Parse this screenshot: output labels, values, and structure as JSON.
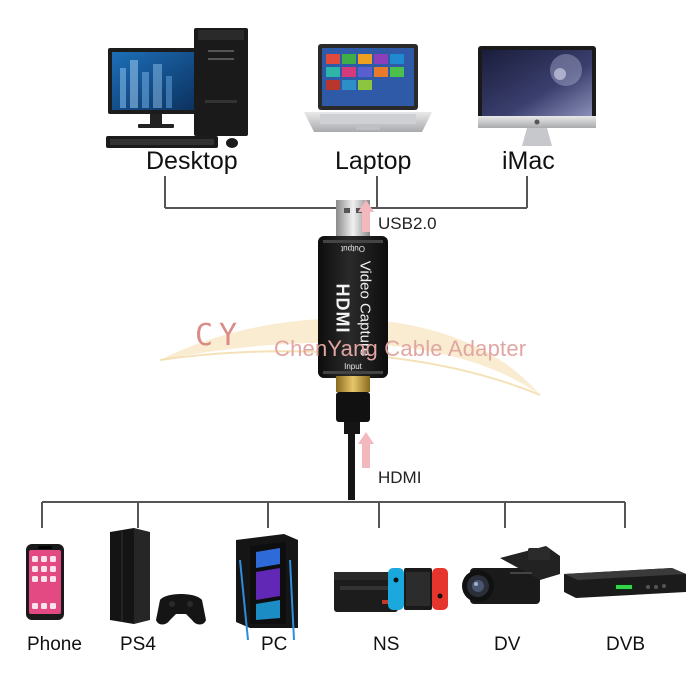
{
  "hosts": [
    "Desktop",
    "Laptop",
    "iMac"
  ],
  "sources": [
    "Phone",
    "PS4",
    "PC",
    "NS",
    "DV",
    "DVB"
  ],
  "links": {
    "upper": "USB2.0",
    "lower": "HDMI"
  },
  "device": {
    "top_port": "Output",
    "bottom_port": "Input",
    "brand": "HDMI",
    "model": "Video Capture"
  },
  "watermark": {
    "logo": "CY",
    "text": "ChenYang Cable Adapter"
  },
  "colors": {
    "line": "#555555",
    "device_body": "#1a1a1a",
    "arrow": "#f2b8bd",
    "watermark": "#e2a6a2"
  },
  "icons": [
    "desktop-computer-icon",
    "laptop-icon",
    "imac-icon",
    "phone-icon",
    "ps4-console-icon",
    "pc-tower-icon",
    "nintendo-switch-icon",
    "camcorder-icon",
    "dvb-receiver-icon"
  ]
}
